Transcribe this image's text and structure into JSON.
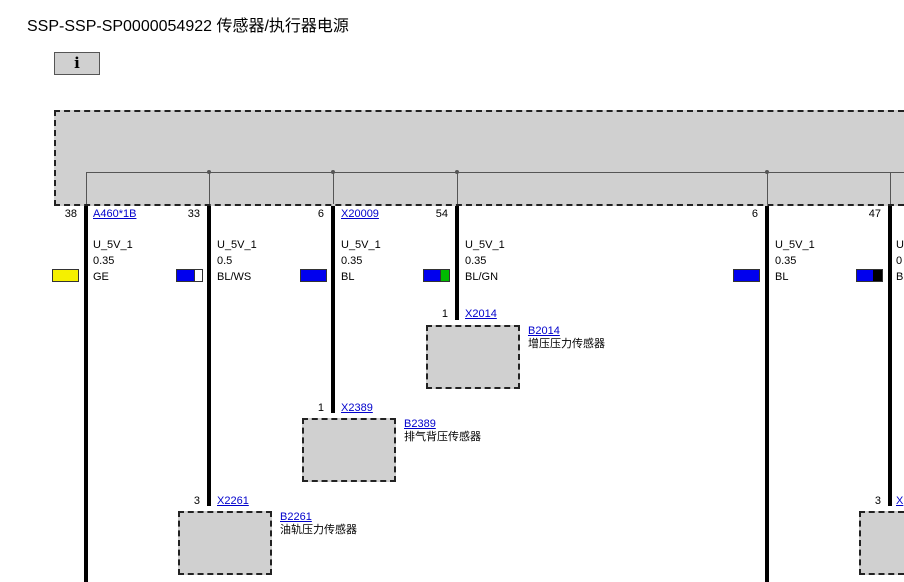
{
  "title": "SSP-SSP-SP0000054922 传感器/执行器电源",
  "info_label": "i",
  "wires": [
    {
      "pin": "38",
      "connector": "A460*1B",
      "signal": "U_5V_1",
      "size": "0.35",
      "color_code": "GE",
      "colors": [
        "#f5f000"
      ]
    },
    {
      "pin": "33",
      "connector": "",
      "signal": "U_5V_1",
      "size": "0.5",
      "color_code": "BL/WS",
      "colors": [
        "#0000ee",
        "#ffffff"
      ]
    },
    {
      "pin": "6",
      "connector": "X20009",
      "signal": "U_5V_1",
      "size": "0.35",
      "color_code": "BL",
      "colors": [
        "#0000ee"
      ]
    },
    {
      "pin": "54",
      "connector": "",
      "signal": "U_5V_1",
      "size": "0.35",
      "color_code": "BL/GN",
      "colors": [
        "#0000ee",
        "#00bb00"
      ]
    },
    {
      "pin": "6",
      "connector": "",
      "signal": "U_5V_1",
      "size": "0.35",
      "color_code": "BL",
      "colors": [
        "#0000ee"
      ]
    },
    {
      "pin": "47",
      "connector": "",
      "signal": "U",
      "size": "0",
      "color_code": "B",
      "colors": [
        "#0000ee",
        "#000000"
      ]
    }
  ],
  "components": [
    {
      "pin": "1",
      "connector": "X2014",
      "id": "B2014",
      "name": "增压压力传感器"
    },
    {
      "pin": "1",
      "connector": "X2389",
      "id": "B2389",
      "name": "排气背压传感器"
    },
    {
      "pin": "3",
      "connector": "X2261",
      "id": "B2261",
      "name": "油轨压力传感器"
    },
    {
      "pin": "3",
      "connector": "X"
    }
  ]
}
